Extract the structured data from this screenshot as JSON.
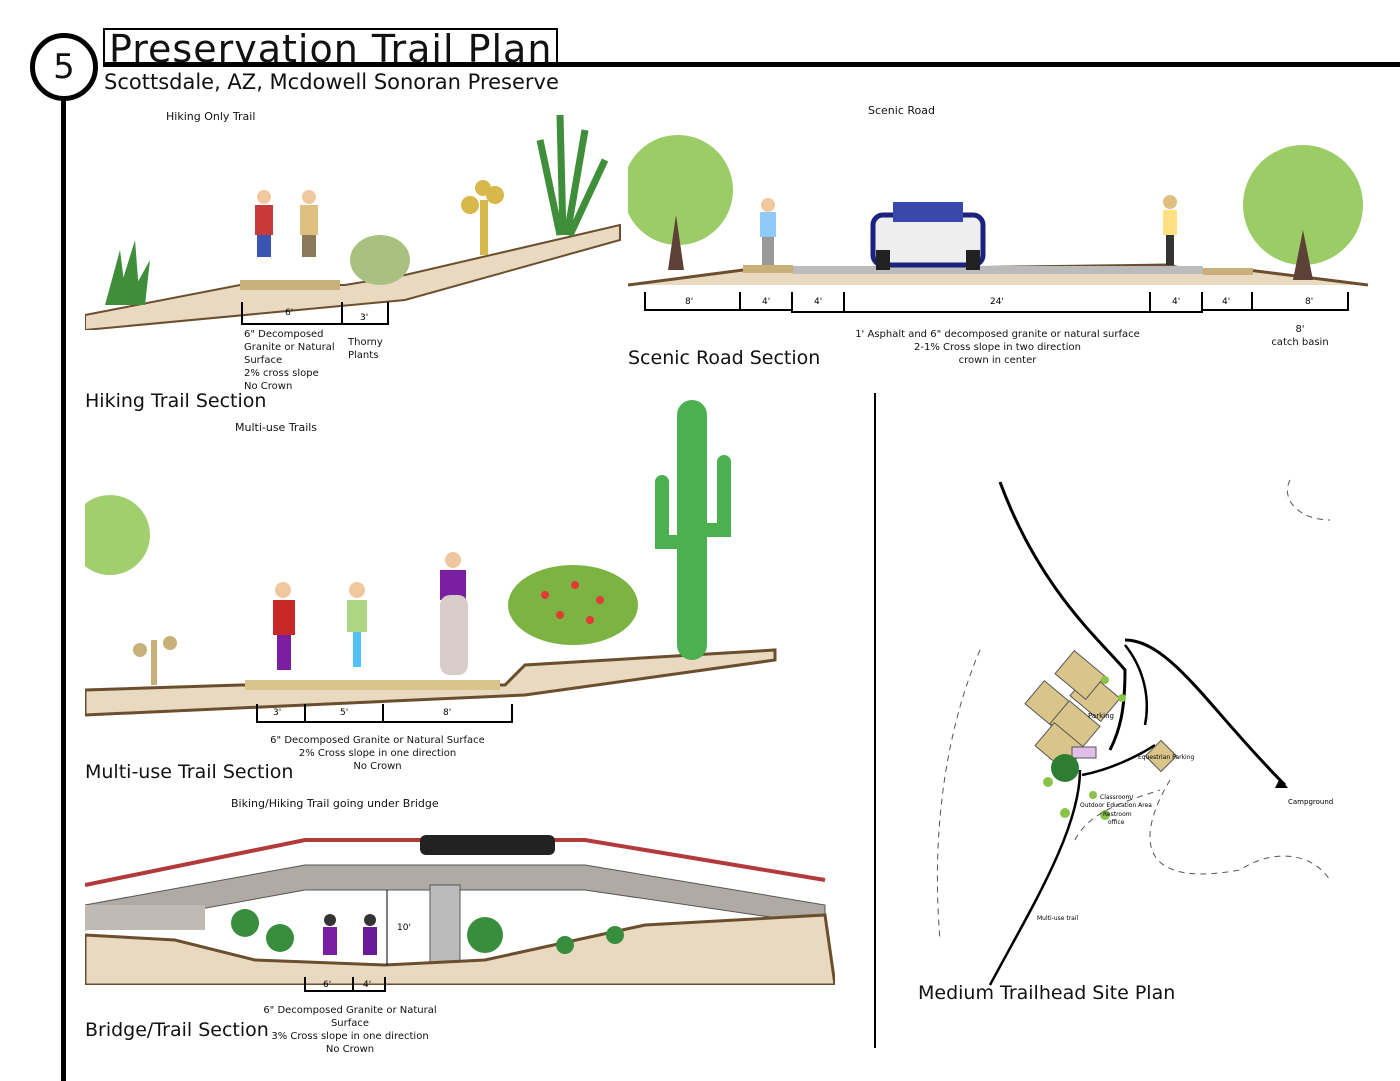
{
  "header": {
    "number": "5",
    "title": "Preservation Trail Plan",
    "subtitle": "Scottsdale, AZ, Mcdowell Sonoran Preserve"
  },
  "hiking": {
    "caption": "Hiking Only Trail",
    "title": "Hiking Trail Section",
    "dims": [
      "6'",
      "3'"
    ],
    "note": [
      "6\" Decomposed",
      "Granite or Natural",
      "Surface",
      "2% cross slope",
      "No Crown"
    ],
    "plants_note": [
      "Thorny",
      "Plants"
    ]
  },
  "scenic": {
    "caption": "Scenic Road",
    "title": "Scenic Road Section",
    "dims": [
      "8'",
      "4'",
      "4'",
      "24'",
      "4'",
      "4'",
      "8'"
    ],
    "note": [
      "1' Asphalt and 6\" decomposed granite or natural surface",
      "2-1% Cross slope in two direction",
      "crown in center"
    ],
    "basin_note": [
      "8'",
      "catch basin"
    ]
  },
  "multi": {
    "caption": "Multi-use Trails",
    "title": "Multi-use Trail Section",
    "dims": [
      "3'",
      "5'",
      "8'"
    ],
    "note": [
      "6\" Decomposed Granite or Natural Surface",
      "2% Cross slope in one direction",
      "No Crown"
    ]
  },
  "bridge": {
    "caption": "Biking/Hiking Trail going under Bridge",
    "title": "Bridge/Trail Section",
    "dims": [
      "6'",
      "4'",
      "10'"
    ],
    "note": [
      "6\" Decomposed Granite or Natural Surface",
      "3% Cross slope in one direction",
      "No Crown"
    ]
  },
  "site": {
    "title": "Medium Trailhead Site Plan",
    "labels": {
      "parking": "Parking",
      "equestrian": "Equestrian Parking",
      "classroom": "Classroom/",
      "outdoor": "Outdoor Education Area",
      "restroom": "Restroom",
      "office": "office",
      "campground": "Campground",
      "multiuse": "Multi-use trail"
    }
  },
  "colors": {
    "tan": "#d9c48a",
    "green": "#7cb342",
    "dirt": "#e8d9c0",
    "red": "#b33a3a"
  }
}
